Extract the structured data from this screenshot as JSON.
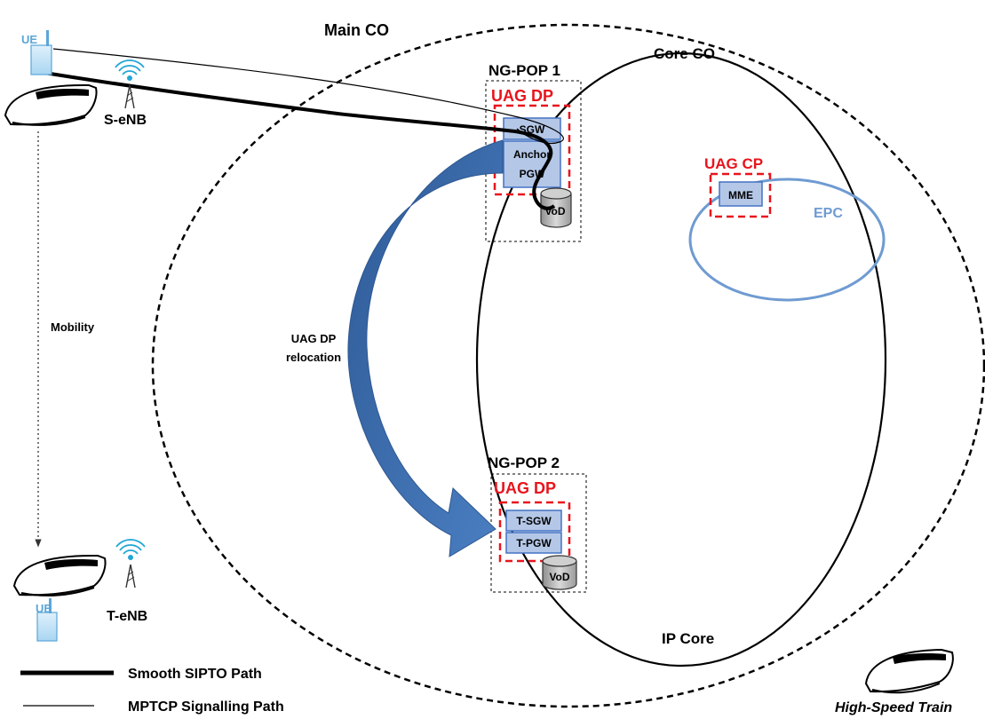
{
  "regions": {
    "main_co": "Main CO",
    "core_co": "Core CO",
    "ip_core": "IP Core",
    "epc": "EPC"
  },
  "pop1": {
    "title": "NG-POP 1",
    "dp_label": "UAG DP",
    "sgw": "SGW",
    "anchor_line1": "Anchor",
    "anchor_line2": "PGW",
    "vod": "VoD"
  },
  "pop2": {
    "title": "NG-POP 2",
    "dp_label": "UAG DP",
    "tsgw": "T-SGW",
    "tpgw": "T-PGW",
    "vod": "VoD"
  },
  "control_plane": {
    "label": "UAG CP",
    "mme": "MME"
  },
  "access": {
    "ue_top": "UE",
    "s_enb": "S-eNB",
    "ue_bottom": "UE",
    "t_enb": "T-eNB",
    "mobility": "Mobility"
  },
  "relocation": {
    "line1": "UAG DP",
    "line2": "relocation"
  },
  "legend": {
    "smooth": "Smooth SIPTO Path",
    "mptcp": "MPTCP Signalling Path"
  },
  "footer": {
    "train_label": "High-Speed Train"
  },
  "colors": {
    "accent_red": "#e8141c",
    "box_fill": "#b4c7e7",
    "box_stroke": "#4472c4",
    "epc_stroke": "#6f9bd1",
    "arrow_blue": "#3f6fb0",
    "signal_cyan": "#22a6d6"
  }
}
